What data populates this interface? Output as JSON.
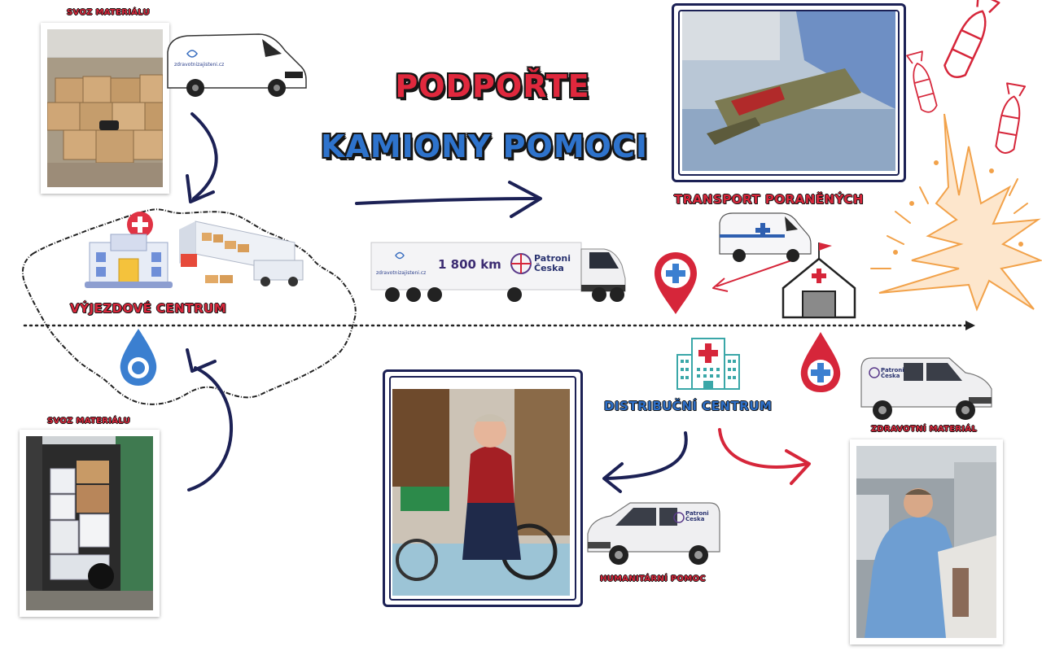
{
  "title": {
    "line1": "PODPOŘTE",
    "line2": "KAMIONY POMOCI"
  },
  "labels": {
    "svoz_top": "SVOZ MATERIÁLU",
    "svoz_bottom": "SVOZ MATERIÁLU",
    "vyjezdove": "VÝJEZDOVÉ CENTRUM",
    "transport": "TRANSPORT PORANĚNÝCH",
    "distribucni": "DISTRIBUČNÍ CENTRUM",
    "zdravotni": "ZDRAVOTNÍ MATERIÁL",
    "humanitarni": "HUMANITÁRNÍ POMOC"
  },
  "truck": {
    "distance": "1 800 km",
    "website": "zdravotnizajisteni.cz",
    "brand_line1": "Patroni",
    "brand_line2": "Česka"
  },
  "vans": {
    "website": "zdravotnizajisteni.cz",
    "brand_line1": "Patroni",
    "brand_line2": "Česka"
  },
  "colors": {
    "navy": "#1c2155",
    "red": "#d6263a",
    "blue": "#2d6fc7",
    "explosion": "#f2a24a"
  },
  "icons": [
    "hospital-icon",
    "warehouse-icon",
    "blood-drop-icon",
    "map-pin-icon",
    "field-hospital-icon",
    "bomb-icon",
    "explosion-icon",
    "ambulance-icon"
  ]
}
